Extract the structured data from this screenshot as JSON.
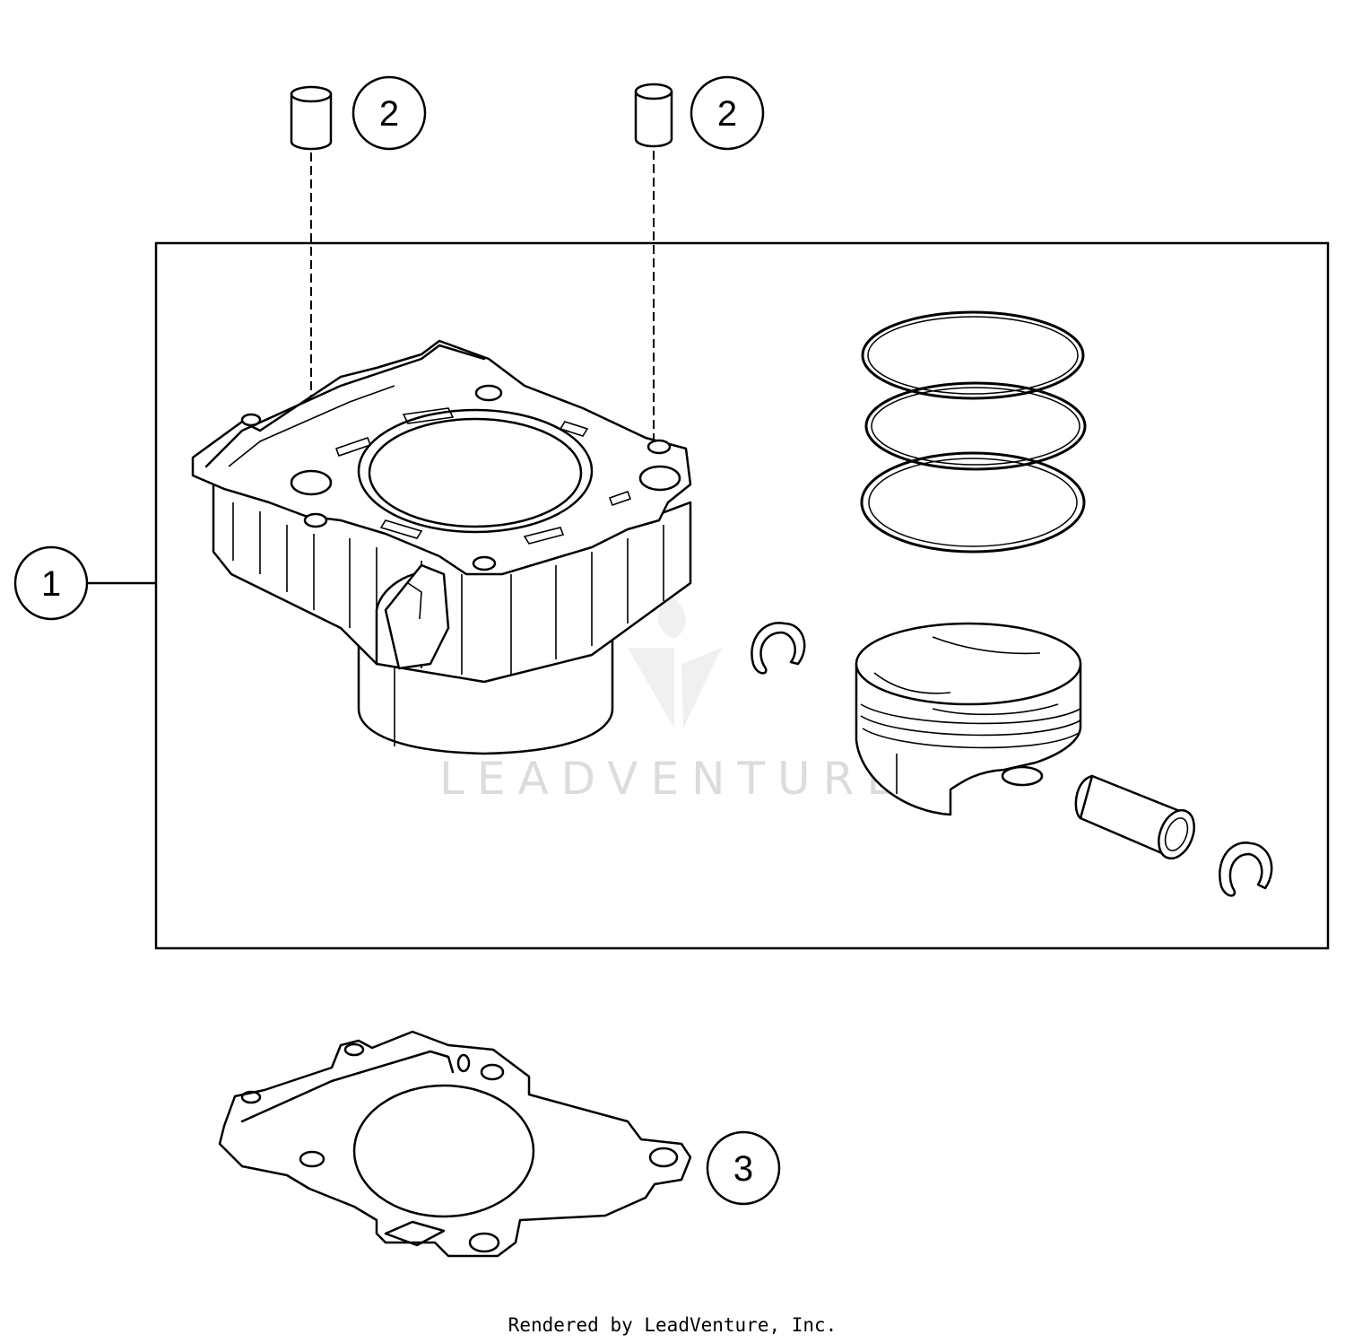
{
  "callouts": [
    {
      "id": "cylinder-assembly",
      "number": "1"
    },
    {
      "id": "dowel-left",
      "number": "2"
    },
    {
      "id": "dowel-right",
      "number": "2"
    },
    {
      "id": "base-gasket",
      "number": "3"
    }
  ],
  "watermark": {
    "text": "LEADVENTURE"
  },
  "footer": {
    "text": "Rendered by LeadVenture, Inc."
  }
}
